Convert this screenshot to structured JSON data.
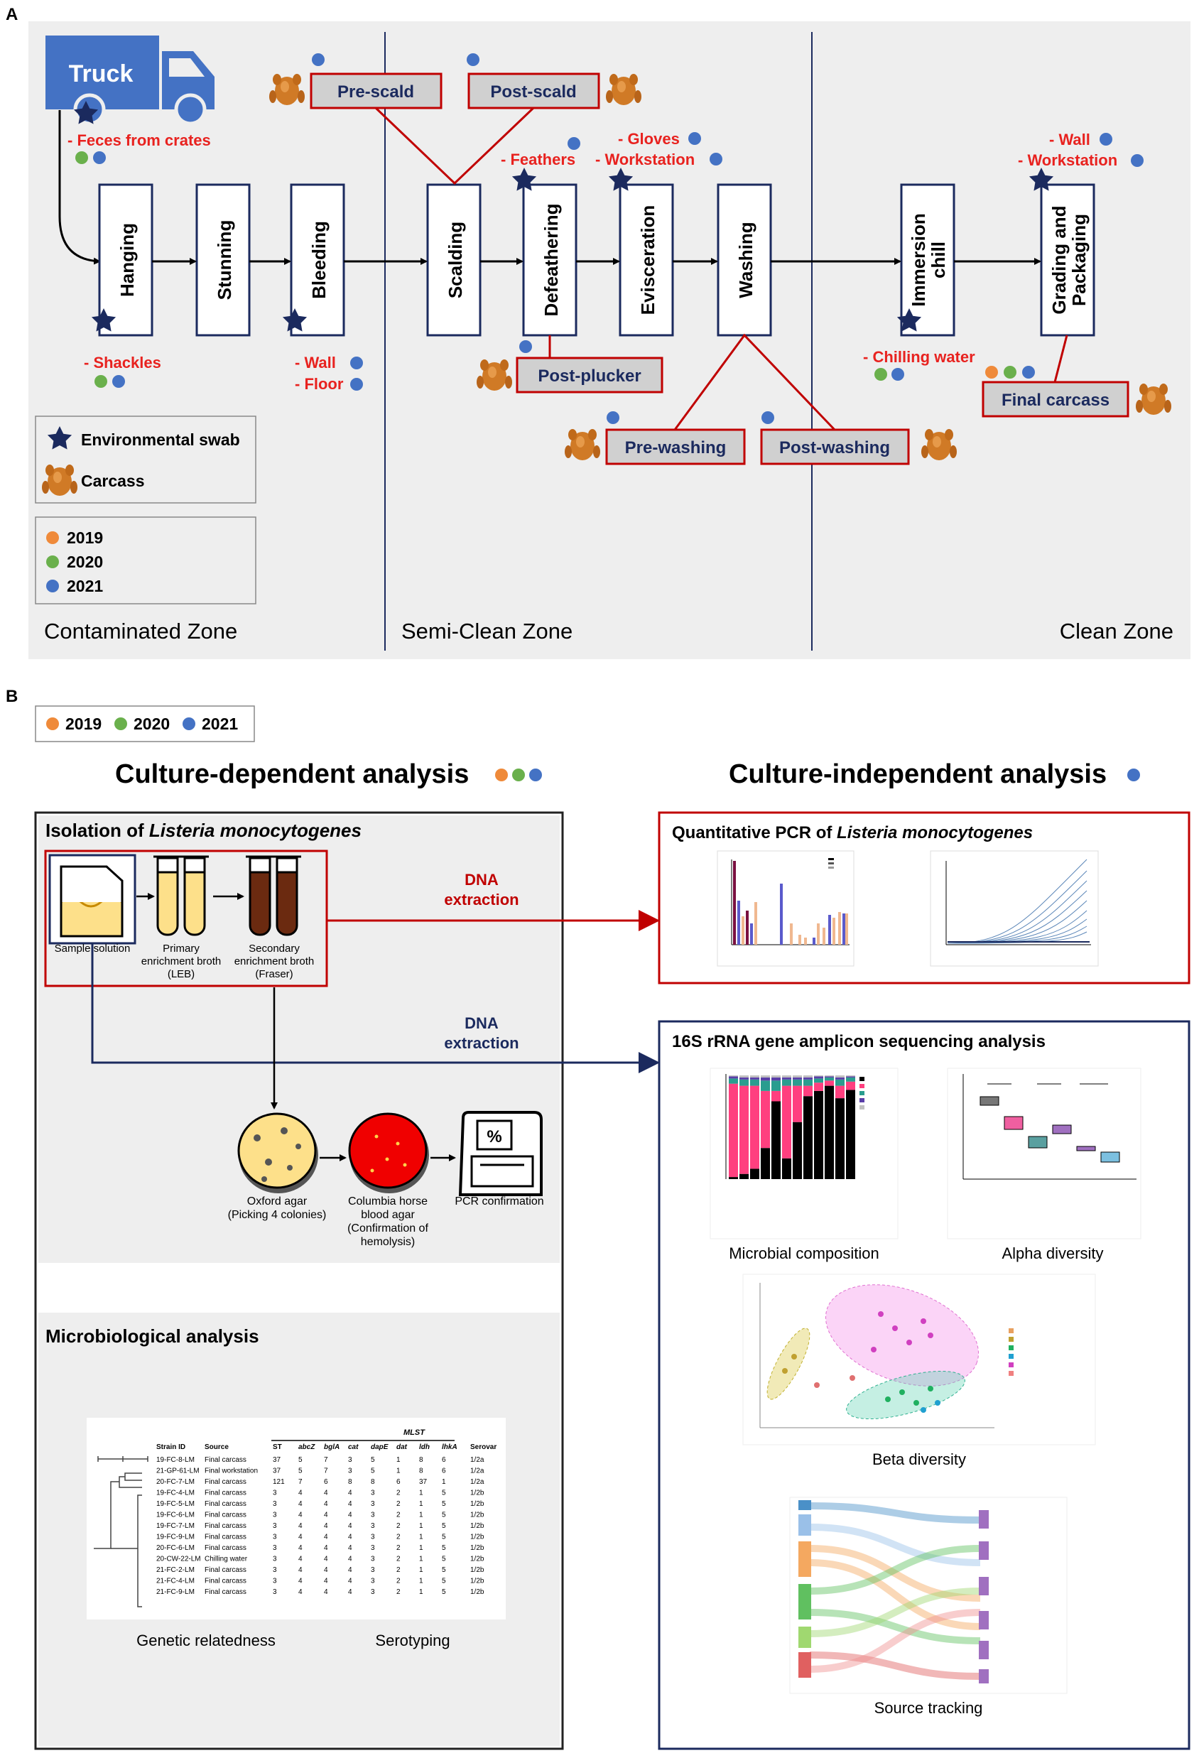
{
  "panels": {
    "a": "A",
    "b": "B"
  },
  "truck": {
    "label": "Truck"
  },
  "steps": {
    "hanging": "Hanging",
    "stunning": "Stunning",
    "bleeding": "Bleeding",
    "scalding": "Scalding",
    "defeathering": "Defeathering",
    "evisceration": "Evisceration",
    "washing": "Washing",
    "immersion_1": "Immersion",
    "immersion_2": "chill",
    "grading_1": "Grading and",
    "grading_2": "Packaging"
  },
  "samples": {
    "pre_scald": "Pre-scald",
    "post_scald": "Post-scald",
    "post_plucker": "Post-plucker",
    "pre_washing": "Pre-washing",
    "post_washing": "Post-washing",
    "final_carcass": "Final carcass"
  },
  "swab_labels": {
    "feces": "- Feces from crates",
    "shackles": "- Shackles",
    "wall_bleed": "- Wall",
    "floor": "- Floor",
    "feathers": "- Feathers",
    "gloves": "- Gloves",
    "workstation": "- Workstation",
    "chilling_water": "- Chilling water",
    "wall_grade": "- Wall",
    "workstation_grade": "- Workstation"
  },
  "legend": {
    "env_swab": "Environmental swab",
    "carcass": "Carcass",
    "years": [
      "2019",
      "2020",
      "2021"
    ]
  },
  "zones": {
    "contaminated": "Contaminated Zone",
    "semi_clean": "Semi-Clean Zone",
    "clean": "Clean Zone"
  },
  "colors": {
    "y2019": "#ef8a3a",
    "y2020": "#6ab04c",
    "y2021": "#4472c4",
    "red": "#e8221f",
    "navy": "#1b2a5e",
    "darkred": "#c00000"
  },
  "culture_dep": {
    "title": "Culture-dependent analysis",
    "isolation_prefix": "Isolation of ",
    "isolation_species": "Listeria monocytogenes",
    "sample_solution": "Sample solution",
    "primary_1": "Primary",
    "primary_2": "enrichment broth",
    "primary_3": "(LEB)",
    "secondary_1": "Secondary",
    "secondary_2": "enrichment broth",
    "secondary_3": "(Fraser)",
    "oxford_1": "Oxford agar",
    "oxford_2": "(Picking 4 colonies)",
    "columbia_1": "Columbia horse",
    "columbia_2": "blood agar",
    "columbia_3": "(Confirmation of",
    "columbia_4": "hemolysis)",
    "pcr": "PCR confirmation",
    "micro_title": "Microbiological analysis",
    "genetic": "Genetic relatedness",
    "serotyping": "Serotyping"
  },
  "dna_extraction_1": "DNA",
  "dna_extraction_2": "extraction",
  "culture_indep": {
    "title": "Culture-independent analysis",
    "qpcr_prefix": "Quantitative PCR of ",
    "qpcr_species": "Listeria monocytogenes",
    "amplicon_title": "16S rRNA gene amplicon sequencing analysis",
    "microbial": "Microbial composition",
    "alpha": "Alpha diversity",
    "beta": "Beta diversity",
    "source": "Source tracking"
  },
  "mlst_table": {
    "group_header": "MLST",
    "headers": [
      "Strain ID",
      "Source",
      "ST",
      "abcZ",
      "bglA",
      "cat",
      "dapE",
      "dat",
      "ldh",
      "lhkA",
      "Serovar"
    ],
    "rows": [
      [
        "19-FC-8-LM",
        "Final carcass",
        "37",
        "5",
        "7",
        "3",
        "5",
        "1",
        "8",
        "6",
        "1/2a"
      ],
      [
        "21-GP-61-LM",
        "Final workstation",
        "37",
        "5",
        "7",
        "3",
        "5",
        "1",
        "8",
        "6",
        "1/2a"
      ],
      [
        "20-FC-7-LM",
        "Final carcass",
        "121",
        "7",
        "6",
        "8",
        "8",
        "6",
        "37",
        "1",
        "1/2a"
      ],
      [
        "19-FC-4-LM",
        "Final carcass",
        "3",
        "4",
        "4",
        "4",
        "3",
        "2",
        "1",
        "5",
        "1/2b"
      ],
      [
        "19-FC-5-LM",
        "Final carcass",
        "3",
        "4",
        "4",
        "4",
        "3",
        "2",
        "1",
        "5",
        "1/2b"
      ],
      [
        "19-FC-6-LM",
        "Final carcass",
        "3",
        "4",
        "4",
        "4",
        "3",
        "2",
        "1",
        "5",
        "1/2b"
      ],
      [
        "19-FC-7-LM",
        "Final carcass",
        "3",
        "4",
        "4",
        "4",
        "3",
        "2",
        "1",
        "5",
        "1/2b"
      ],
      [
        "19-FC-9-LM",
        "Final carcass",
        "3",
        "4",
        "4",
        "4",
        "3",
        "2",
        "1",
        "5",
        "1/2b"
      ],
      [
        "20-FC-6-LM",
        "Final carcass",
        "3",
        "4",
        "4",
        "4",
        "3",
        "2",
        "1",
        "5",
        "1/2b"
      ],
      [
        "20-CW-22-LM",
        "Chilling water",
        "3",
        "4",
        "4",
        "4",
        "3",
        "2",
        "1",
        "5",
        "1/2b"
      ],
      [
        "21-FC-2-LM",
        "Final carcass",
        "3",
        "4",
        "4",
        "4",
        "3",
        "2",
        "1",
        "5",
        "1/2b"
      ],
      [
        "21-FC-4-LM",
        "Final carcass",
        "3",
        "4",
        "4",
        "4",
        "3",
        "2",
        "1",
        "5",
        "1/2b"
      ],
      [
        "21-FC-9-LM",
        "Final carcass",
        "3",
        "4",
        "4",
        "4",
        "3",
        "2",
        "1",
        "5",
        "1/2b"
      ]
    ]
  }
}
